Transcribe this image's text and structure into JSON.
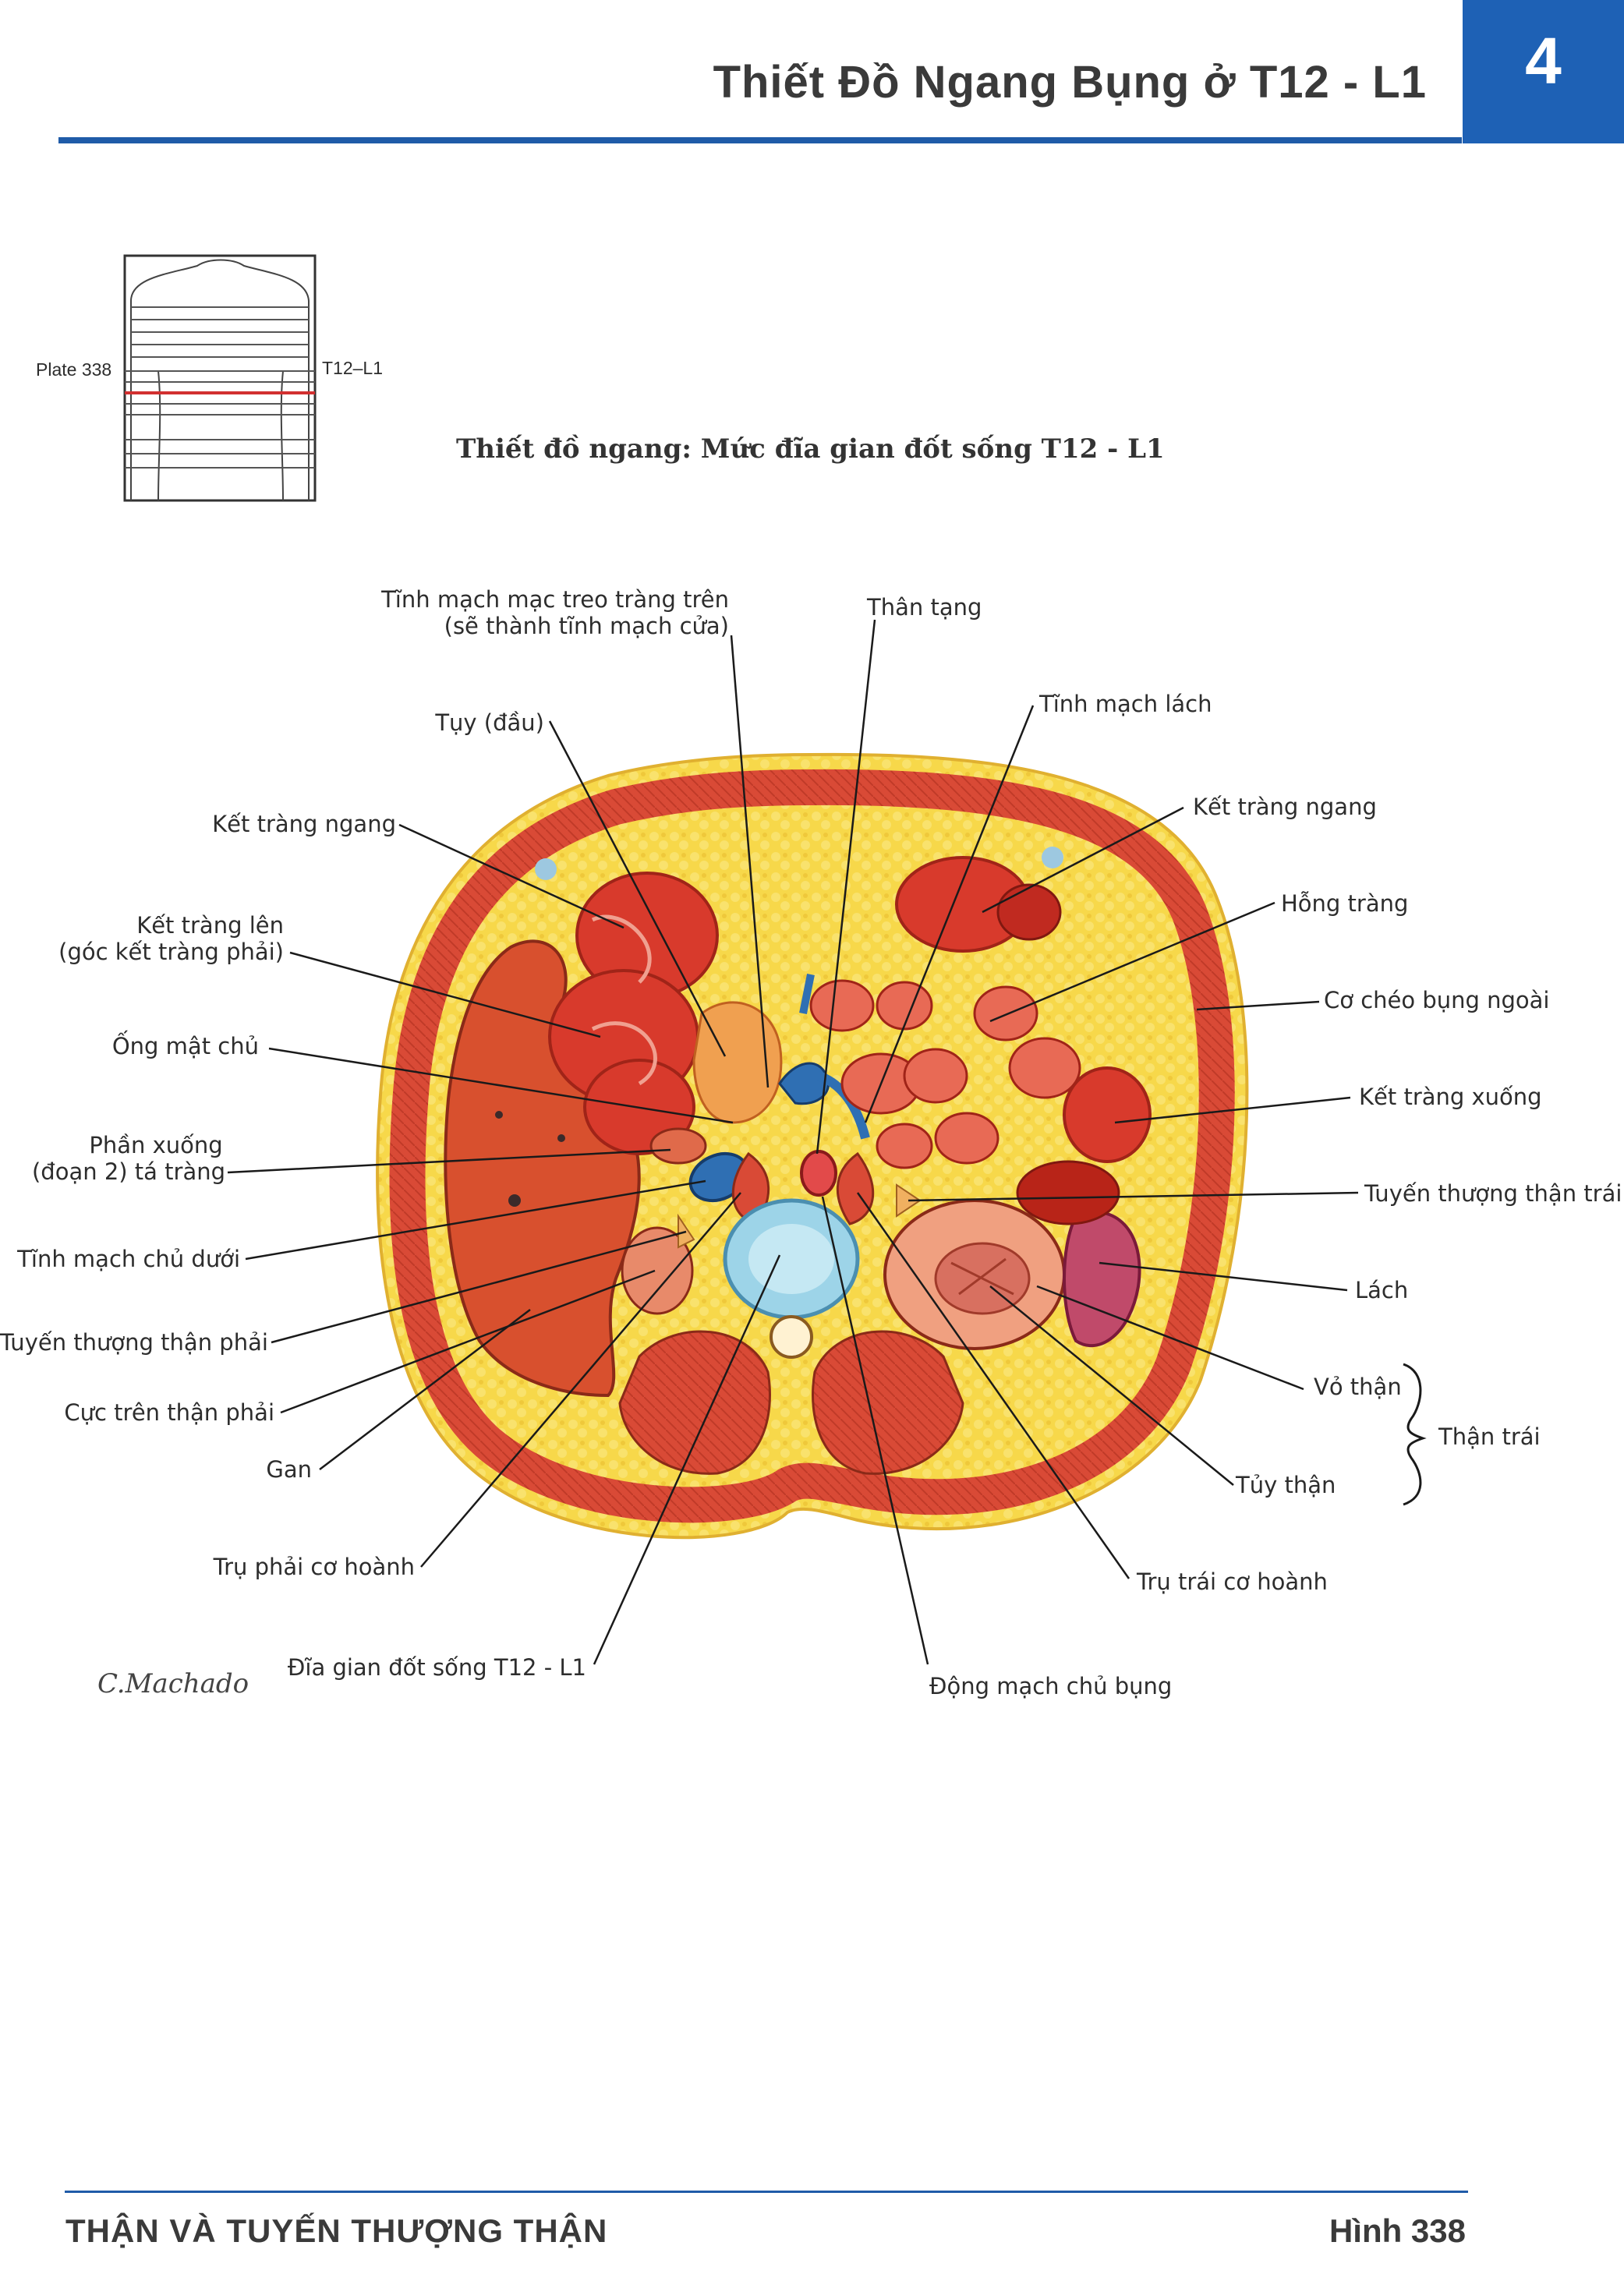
{
  "header": {
    "title": "Thiết Đồ Ngang Bụng ở T12 - L1",
    "chapter": "4"
  },
  "inset": {
    "plate_label": "Plate 338",
    "level_label": "T12–L1"
  },
  "subtitle": "Thiết đồ ngang: Mức đĩa gian đốt sống T12 - L1",
  "labels": {
    "tinh_mach_mac_treo_1": "Tĩnh mạch mạc treo tràng trên",
    "tinh_mach_mac_treo_2": "(sẽ thành tĩnh mạch cửa)",
    "than_tang": "Thân tạng",
    "tuy_dau": "Tụy (đầu)",
    "tinh_mach_lach": "Tĩnh mạch lách",
    "ket_trang_ngang_trai": "Kết tràng ngang",
    "ket_trang_ngang_phai": "Kết tràng ngang",
    "ket_trang_len_1": "Kết tràng lên",
    "ket_trang_len_2": "(góc kết tràng phải)",
    "hong_trang": "Hỗng tràng",
    "co_cheo_bung_ngoai": "Cơ chéo bụng ngoài",
    "ong_mat_chu": "Ống mật chủ",
    "ket_trang_xuong": "Kết tràng xuống",
    "phan_xuong_1": "Phần xuống",
    "phan_xuong_2": "(đoạn 2) tá tràng",
    "tuyen_thuong_than_trai": "Tuyến thượng thận trái",
    "tinh_mach_chu_duoi": "Tĩnh mạch chủ dưới",
    "lach": "Lách",
    "tuyen_thuong_than_phai": "Tuyến thượng thận phải",
    "vo_than": "Vỏ thận",
    "than_trai": "Thận trái",
    "cuc_tren_than_phai": "Cực trên thận phải",
    "tuy_than": "Tủy thận",
    "gan": "Gan",
    "tru_phai_co_hoanh": "Trụ phải cơ hoành",
    "tru_trai_co_hoanh": "Trụ trái cơ hoành",
    "dia_gian_dot_song": "Đĩa gian đốt sống T12 - L1",
    "dong_mach_chu_bung": "Động mạch chủ bụng"
  },
  "signature": "C.Machado",
  "footer": {
    "section": "THẬN VÀ TUYẾN THƯỢNG THẬN",
    "figure": "Hình 338"
  },
  "colors": {
    "accent_blue": "#1e61b5",
    "fat_yellow": "#f7d84a",
    "muscle_red": "#d94a36",
    "liver": "#d8502e",
    "vein_blue": "#2f6fb3"
  }
}
